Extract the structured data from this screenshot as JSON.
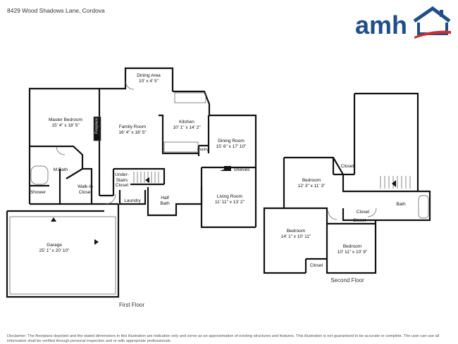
{
  "header": {
    "address": "8429 Wood Shadows Lane, Cordova",
    "logo_text": "amh",
    "colors": {
      "logo_blue": "#1f4e89",
      "logo_red": "#d12d2f"
    }
  },
  "first_floor": {
    "label": "First Floor",
    "rooms": [
      {
        "name": "Dining Area",
        "dims": "10' x 4' 5\""
      },
      {
        "name": "Master Bedroom",
        "dims": "15' 4\" x 18' 5\""
      },
      {
        "name": "Family Room",
        "dims": "16' 4\" x 18' 5\""
      },
      {
        "name": "Kitchen",
        "dims": "10' 1\" x 14' 2\""
      },
      {
        "name": "Dining Room",
        "dims": "15' 6\" x 17' 10\""
      },
      {
        "name": "Fireplace",
        "dims": ""
      },
      {
        "name": "Pantry",
        "dims": ""
      },
      {
        "name": "M.Bath",
        "dims": ""
      },
      {
        "name": "Under-Stairs Closet",
        "dims": ""
      },
      {
        "name": "Shelves",
        "dims": ""
      },
      {
        "name": "Walk-In Closet",
        "dims": ""
      },
      {
        "name": "Shower",
        "dims": ""
      },
      {
        "name": "Laundry",
        "dims": ""
      },
      {
        "name": "Half Bath",
        "dims": ""
      },
      {
        "name": "Living Room",
        "dims": "11' 11\" x 13' 2\""
      },
      {
        "name": "Garage",
        "dims": "25' 1\" x 20' 10\""
      }
    ]
  },
  "second_floor": {
    "label": "Second Floor",
    "rooms": [
      {
        "name": "Bedroom",
        "dims": "12' 3\" x 11' 3\""
      },
      {
        "name": "Closet",
        "dims": ""
      },
      {
        "name": "Bath",
        "dims": ""
      },
      {
        "name": "Closet",
        "dims": ""
      },
      {
        "name": "Closet",
        "dims": ""
      },
      {
        "name": "Bedroom",
        "dims": "14' 1\" x 10' 11\""
      },
      {
        "name": "Bedroom",
        "dims": "10' 11\" x 10' 9\""
      },
      {
        "name": "Closet",
        "dims": ""
      }
    ]
  },
  "disclaimer": "Disclaimer: The floorplans depicted and the stated dimensions in this illustration are indicative only and serve as an approximation of existing structures and features. This illustration is not guaranteed to be accurate or complete. The user can use all information shall be verified through personal inspection and or with appropriate professionals."
}
